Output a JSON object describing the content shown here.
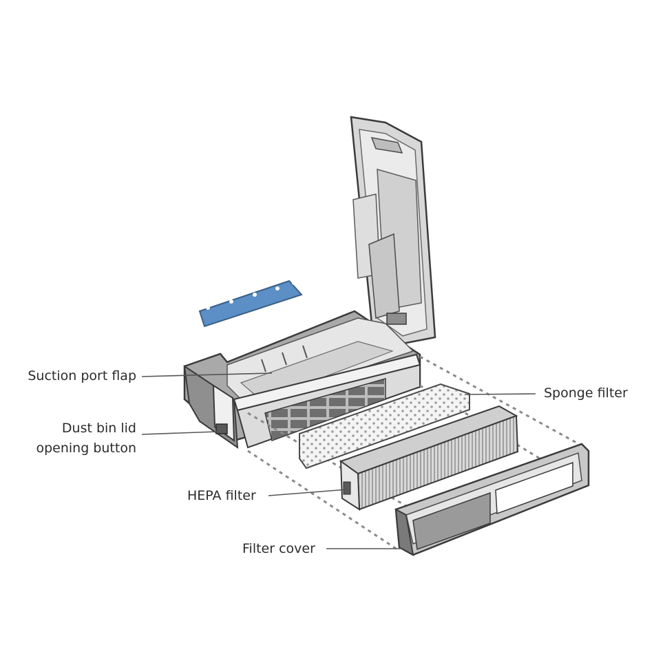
{
  "labels": {
    "suction_port_flap": "Suction port flap",
    "dust_bin_lid_button_line1": "Dust bin lid",
    "dust_bin_lid_button_line2": "opening button",
    "hepa_filter": "HEPA filter",
    "filter_cover": "Filter cover",
    "sponge_filter": "Sponge filter"
  },
  "colors": {
    "outline": "#3a3a3a",
    "body_light": "#e4e4e4",
    "body_mid": "#cdcdcd",
    "body_dark": "#9a9a9a",
    "flap_blue": "#5b8fc5",
    "leader": "#555555"
  }
}
